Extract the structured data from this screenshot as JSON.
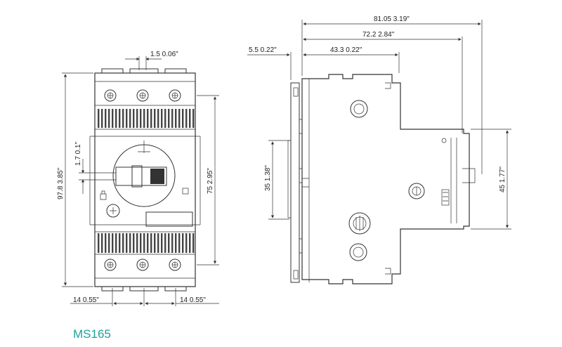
{
  "diagram": {
    "model_label": "MS165",
    "front_view": {
      "dim_top": "1.5  0.06\"",
      "dim_height_total": "97.8  3.85\"",
      "dim_height_inner": "75  2.95\"",
      "dim_knob_offset": "1.7  0.1\"",
      "dim_bottom_left": "14  0.55\"",
      "dim_bottom_right": "14  0.55\""
    },
    "side_view": {
      "dim_total_width": "81.05  3.19\"",
      "dim_width_2": "72.2  2.84\"",
      "dim_width_3": "43.3  0.22\"",
      "dim_offset": "5.5  0.22\"",
      "dim_rail": "35  1.38\"",
      "dim_right_height": "45  1.77\""
    }
  }
}
